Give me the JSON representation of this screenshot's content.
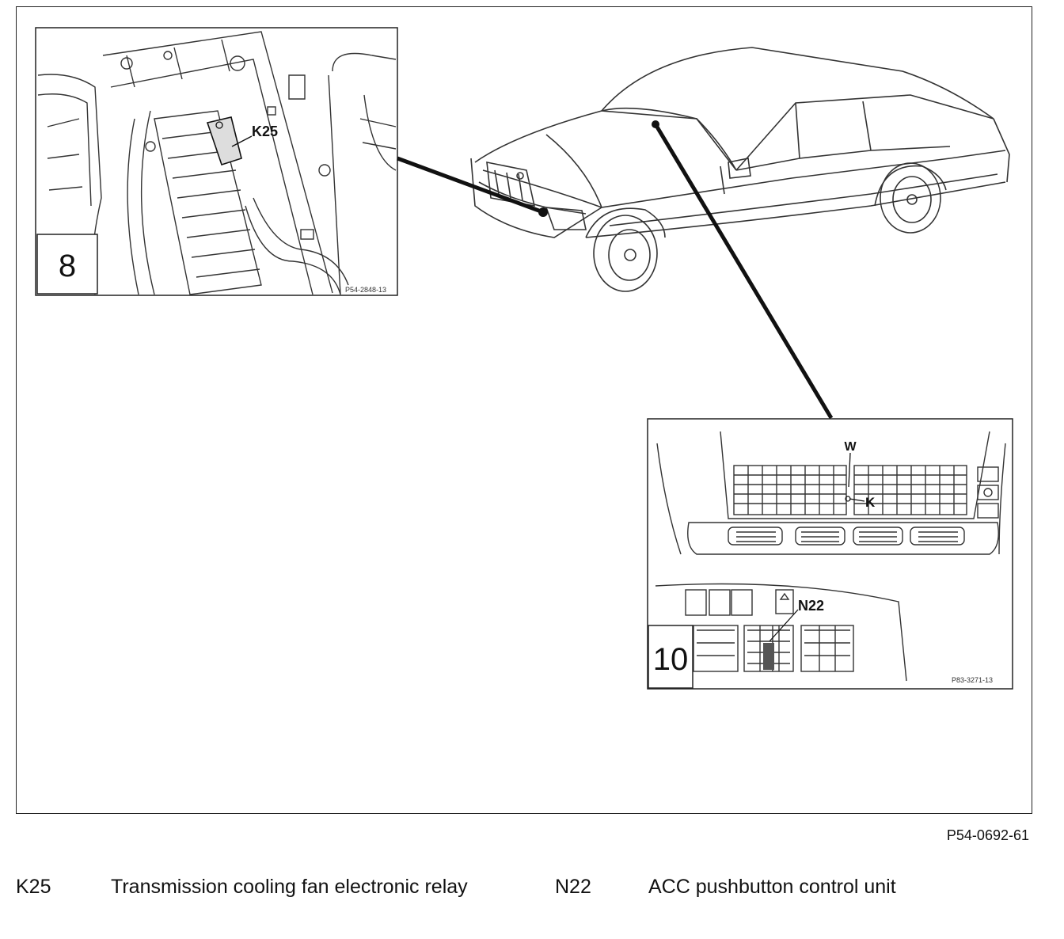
{
  "figure": {
    "reference": "P54-0692-61",
    "inset_left": {
      "number": "8",
      "label": "K25",
      "ref": "P54-2848-13"
    },
    "inset_right": {
      "number": "10",
      "label_w": "W",
      "label_k": "K",
      "label_n22": "N22",
      "ref": "P83-3271-13"
    }
  },
  "legend": [
    {
      "code": "K25",
      "description": "Transmission cooling fan electronic relay"
    },
    {
      "code": "N22",
      "description": "ACC pushbutton control unit"
    }
  ]
}
